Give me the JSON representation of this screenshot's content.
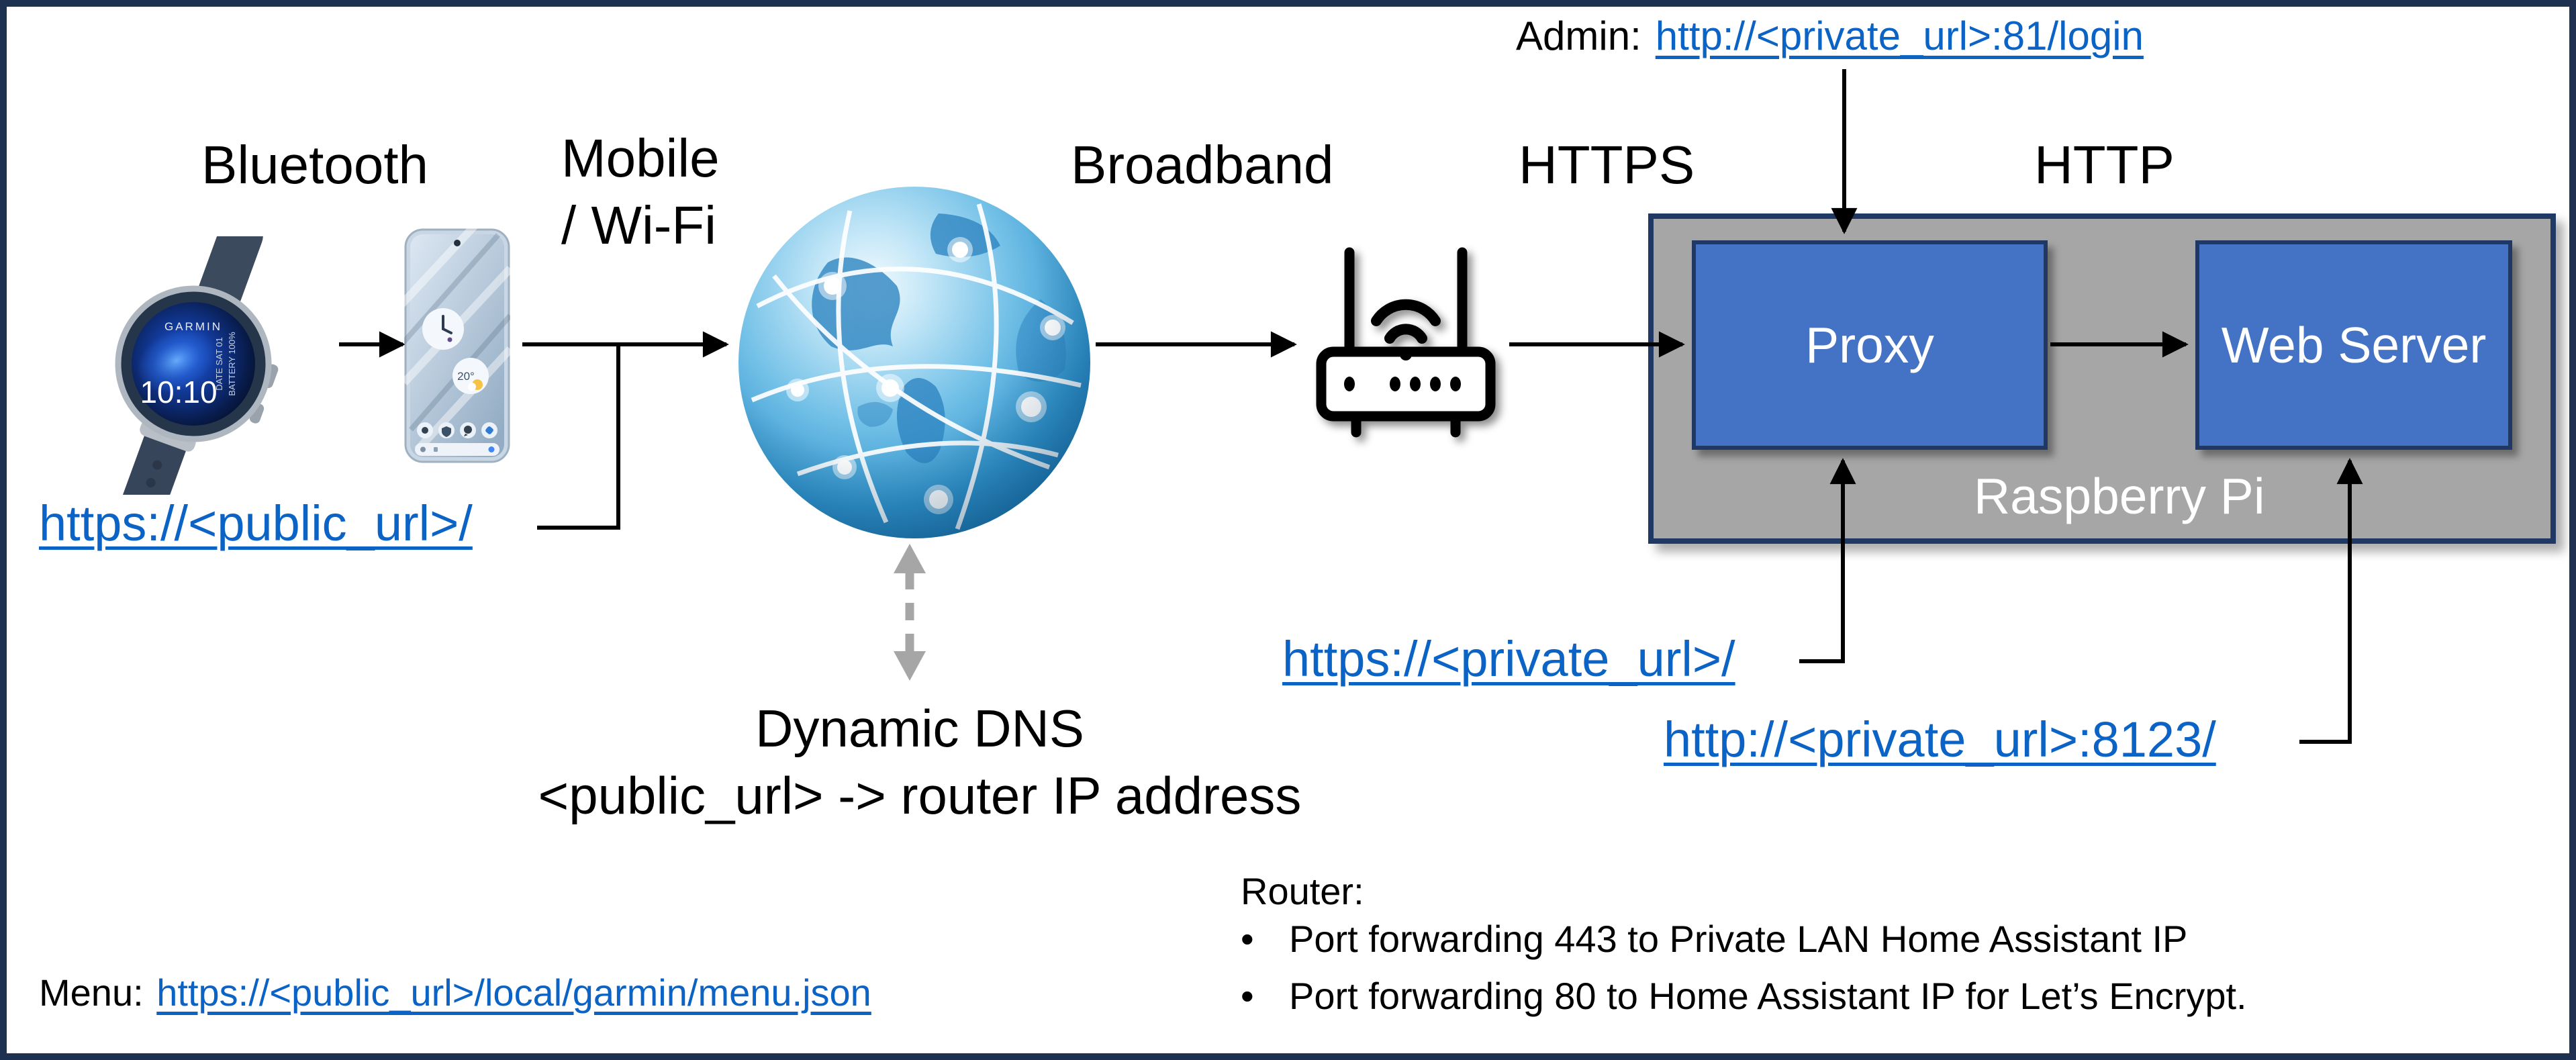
{
  "diagram": {
    "labels": {
      "bluetooth": "Bluetooth",
      "mobile_wifi_line1": "Mobile",
      "mobile_wifi_line2": "/ Wi-Fi",
      "broadband": "Broadband",
      "https": "HTTPS",
      "http": "HTTP",
      "dynamic_dns_line1": "Dynamic DNS",
      "dynamic_dns_line2": "<public_url> -> router IP address",
      "raspberry_pi": "Raspberry Pi"
    },
    "nodes": {
      "proxy": "Proxy",
      "web_server": "Web Server"
    },
    "links": {
      "admin_prefix": "Admin:",
      "admin_url": "http://<private_url>:81/login",
      "public_url": "https://<public_url>/",
      "private_https_url": "https://<private_url>/",
      "private_http_url": "http://<private_url>:8123/",
      "menu_prefix": "Menu:",
      "menu_url": "https://<public_url>/local/garmin/menu.json"
    },
    "router_notes": {
      "title": "Router:",
      "bullet_char": "•",
      "bullets": [
        "Port forwarding 443 to Private LAN Home Assistant IP",
        "Port forwarding 80 to Home Assistant IP for Let’s Encrypt."
      ]
    },
    "watch": {
      "brand": "GARMIN",
      "time": "10:10",
      "date_line": "DATE SAT 01",
      "battery_line": "BATTERY 100%"
    },
    "phone": {
      "weather_temp": "20°"
    },
    "colors": {
      "hyperlink_blue": "#0B63C5",
      "node_fill_blue": "#4472C4",
      "node_border_navy": "#1F3864",
      "raspberry_box_gray": "#A6A6A6",
      "frame_navy": "#1F3150",
      "arrow_black": "#000000",
      "dashed_arrow_gray": "#A6A6A6"
    }
  }
}
